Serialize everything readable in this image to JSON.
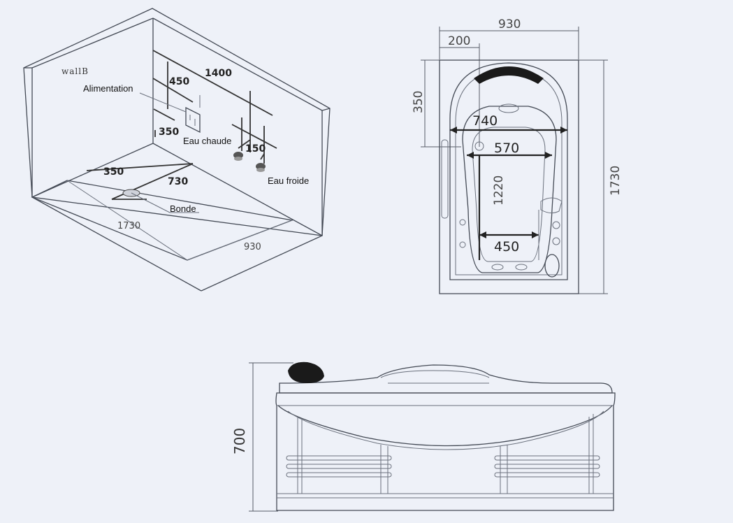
{
  "room_view": {
    "wall_label": "wallB",
    "labels": {
      "supply": "Alimentation",
      "hot_water": "Eau chaude",
      "cold_water": "Eau froide",
      "drain": "Bonde"
    },
    "dims": {
      "wall_span": "1400",
      "supply_offset": "450",
      "supply_height": "350",
      "valve_spacing": "150",
      "drain_offset": "350",
      "drain_length": "730",
      "floor_length": "1730",
      "floor_width": "930"
    }
  },
  "top_view": {
    "dims": {
      "width": "930",
      "headrest_offset": "200",
      "head_depth": "350",
      "inner_width_top": "740",
      "inner_width_mid": "570",
      "inner_length": "1220",
      "inner_width_bottom": "450",
      "length": "1730"
    }
  },
  "side_view": {
    "dims": {
      "height": "700"
    }
  }
}
